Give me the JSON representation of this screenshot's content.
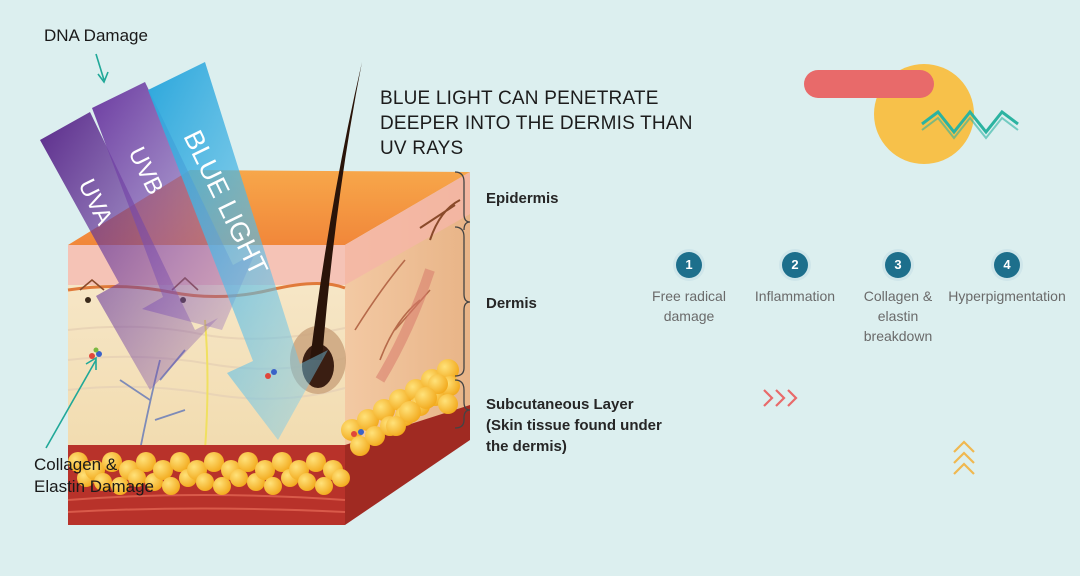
{
  "annotations": {
    "dna_damage": "DNA Damage",
    "collagen_damage_line1": "Collagen &",
    "collagen_damage_line2": "Elastin Damage"
  },
  "headline": {
    "line1": "BLUE LIGHT CAN PENETRATE",
    "line2": "DEEPER INTO THE DERMIS THAN",
    "line3": "UV RAYS"
  },
  "rays": {
    "uva": "UVA",
    "uvb": "UVB",
    "blue_light": "BLUE LIGHT"
  },
  "layers": {
    "epidermis": "Epidermis",
    "dermis": "Dermis",
    "subcutaneous_line1": "Subcutaneous Layer",
    "subcutaneous_line2": "(Skin tissue found under",
    "subcutaneous_line3": "the dermis)"
  },
  "steps": [
    {
      "number": "1",
      "label_line1": "Free radical",
      "label_line2": "damage",
      "label_line3": ""
    },
    {
      "number": "2",
      "label_line1": "Inflammation",
      "label_line2": "",
      "label_line3": ""
    },
    {
      "number": "3",
      "label_line1": "Collagen &",
      "label_line2": "elastin",
      "label_line3": "breakdown"
    },
    {
      "number": "4",
      "label_line1": "Hyperpigmentation",
      "label_line2": "",
      "label_line3": ""
    }
  ],
  "colors": {
    "background": "#dcefef",
    "uva": "#5a2a8a",
    "uvb": "#6b3aa0",
    "blue_light": "#2aa6dc",
    "step_circle": "#1d6f8c",
    "accent_coral": "#e86a6a",
    "accent_yellow": "#f7c14a",
    "accent_teal": "#2bb3a1"
  }
}
